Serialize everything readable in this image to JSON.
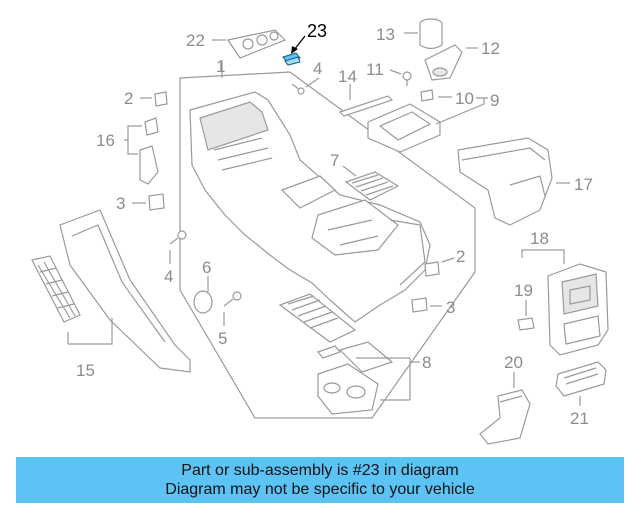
{
  "diagram": {
    "callouts": {
      "c1": "1",
      "c2a": "2",
      "c2b": "2",
      "c3a": "3",
      "c3b": "3",
      "c4a": "4",
      "c4b": "4",
      "c5": "5",
      "c6": "6",
      "c7": "7",
      "c8": "8",
      "c9": "9",
      "c10": "10",
      "c11": "11",
      "c12": "12",
      "c13": "13",
      "c14": "14",
      "c15": "15",
      "c16": "16",
      "c17": "17",
      "c18": "18",
      "c19": "19",
      "c20": "20",
      "c21": "21",
      "c22": "22",
      "c23": "23"
    },
    "highlight_color": "#5bc4f5"
  },
  "banner": {
    "line1": "Part or sub-assembly is #23 in diagram",
    "line2": "Diagram may not be specific to your vehicle",
    "color": "#5bc4f5"
  }
}
